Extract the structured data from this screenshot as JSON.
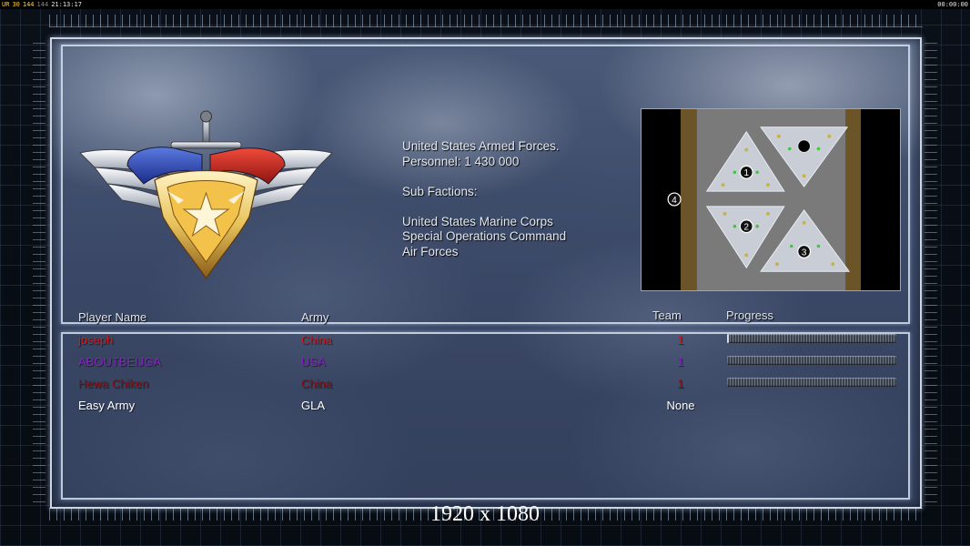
{
  "topbar": {
    "stat_1": "UR",
    "stat_2": "30",
    "stat_3": "144",
    "stat_4": "144",
    "clock_left": "21:13:17",
    "clock_right": "00:00:00",
    "colors": {
      "stat_1": "#ffd23c",
      "stat_2": "#ffd23c",
      "stat_3": "#ffd23c",
      "stat_4": "#8a8a8a",
      "clock": "#e8e8e8"
    }
  },
  "faction": {
    "emblem_icon": "winged-shield-eagle-emblem-icon",
    "lines": [
      "United States Armed Forces.",
      "Personnel: 1 430 000",
      "",
      "Sub Factions:",
      "",
      "United States Marine Corps",
      "Special Operations Command",
      "Air Forces"
    ]
  },
  "minimap": {
    "start_positions": [
      "1",
      "2",
      "3",
      "4"
    ],
    "icon": "map-preview-icon"
  },
  "players": {
    "headers": {
      "name": "Player Name",
      "army": "Army",
      "team": "Team",
      "progress": "Progress"
    },
    "rows": [
      {
        "name": "joseph",
        "army": "China",
        "team": "1",
        "progress": 0.01,
        "color": "#d11c1c"
      },
      {
        "name": "ABOUTBEIJGA",
        "army": "USA",
        "team": "1",
        "progress": 0.0,
        "color": "#8a1fc7"
      },
      {
        "name": "Hewa Chiken",
        "army": "China",
        "team": "1",
        "progress": 0.0,
        "color": "#8f1414"
      },
      {
        "name": "Easy Army",
        "army": "GLA",
        "team": "None",
        "progress": null,
        "color": "#ffffff"
      }
    ]
  },
  "overlay": {
    "resolution": "1920 x 1080"
  }
}
